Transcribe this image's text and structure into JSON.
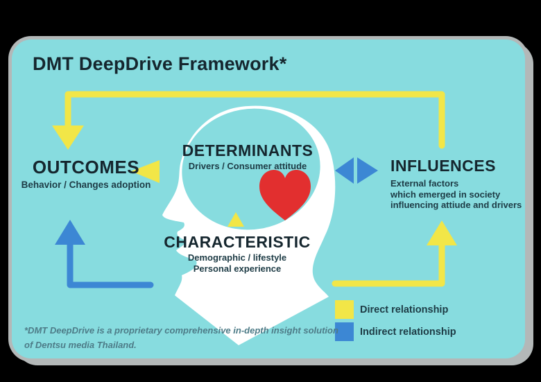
{
  "title": "DMT DeepDrive Framework*",
  "nodes": {
    "outcomes": {
      "label": "OUTCOMES",
      "sublines": [
        "Behavior / Changes adoption"
      ]
    },
    "determinants": {
      "label": "DETERMINANTS",
      "sublines": [
        "Drivers / Consumer attitude"
      ]
    },
    "characteristic": {
      "label": "CHARACTERISTIC",
      "sublines": [
        "Demographic / lifestyle",
        "Personal experience"
      ]
    },
    "influences": {
      "label": "INFLUENCES",
      "sublines": [
        "External factors",
        "which emerged in society",
        "influencing attiude and drivers"
      ]
    }
  },
  "legend": [
    {
      "label": "Direct relationship",
      "color": "#f2e647"
    },
    {
      "label": "Indirect relationship",
      "color": "#3c87d4"
    }
  ],
  "footnote": {
    "line1": "*DMT DeepDrive is a proprietary comprehensive in-depth insight solution",
    "line2": "of Dentsu media Thailand."
  },
  "colors": {
    "card_background": "#87dcdf",
    "heading_text": "#15262e",
    "body_text": "#1d3b45",
    "direct_relationship": "#f2e647",
    "indirect_relationship": "#3c87d4",
    "heart": "#e22f2f",
    "head_silhouette": "#ffffff",
    "card_border": "#b3b8b8",
    "outer_background": "#000000"
  },
  "icons": {
    "head": "head-profile-silhouette",
    "heart": "heart"
  }
}
